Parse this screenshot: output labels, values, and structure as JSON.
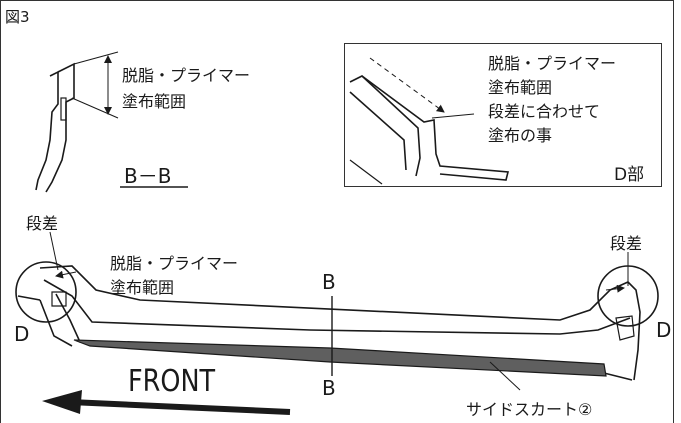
{
  "figure": {
    "figure_number": "図3",
    "section_label": "B－B",
    "detail_label": "D部",
    "front_label": "FRONT",
    "section_b_top": "B",
    "section_b_bottom": "B",
    "circle_d_left": "D",
    "circle_d_right": "D",
    "step_left": "段差",
    "step_right": "段差",
    "section_note": [
      "脱脂・プライマー",
      "塗布範囲"
    ],
    "detail_note": [
      "脱脂・プライマー",
      "塗布範囲",
      "段差に合わせて",
      "塗布の事"
    ],
    "main_note": [
      "脱脂・プライマー",
      "塗布範囲"
    ],
    "part_name": "サイドスカート②"
  },
  "colors": {
    "line": "#1a1a1a",
    "primer_band": "#5f5f5f"
  }
}
